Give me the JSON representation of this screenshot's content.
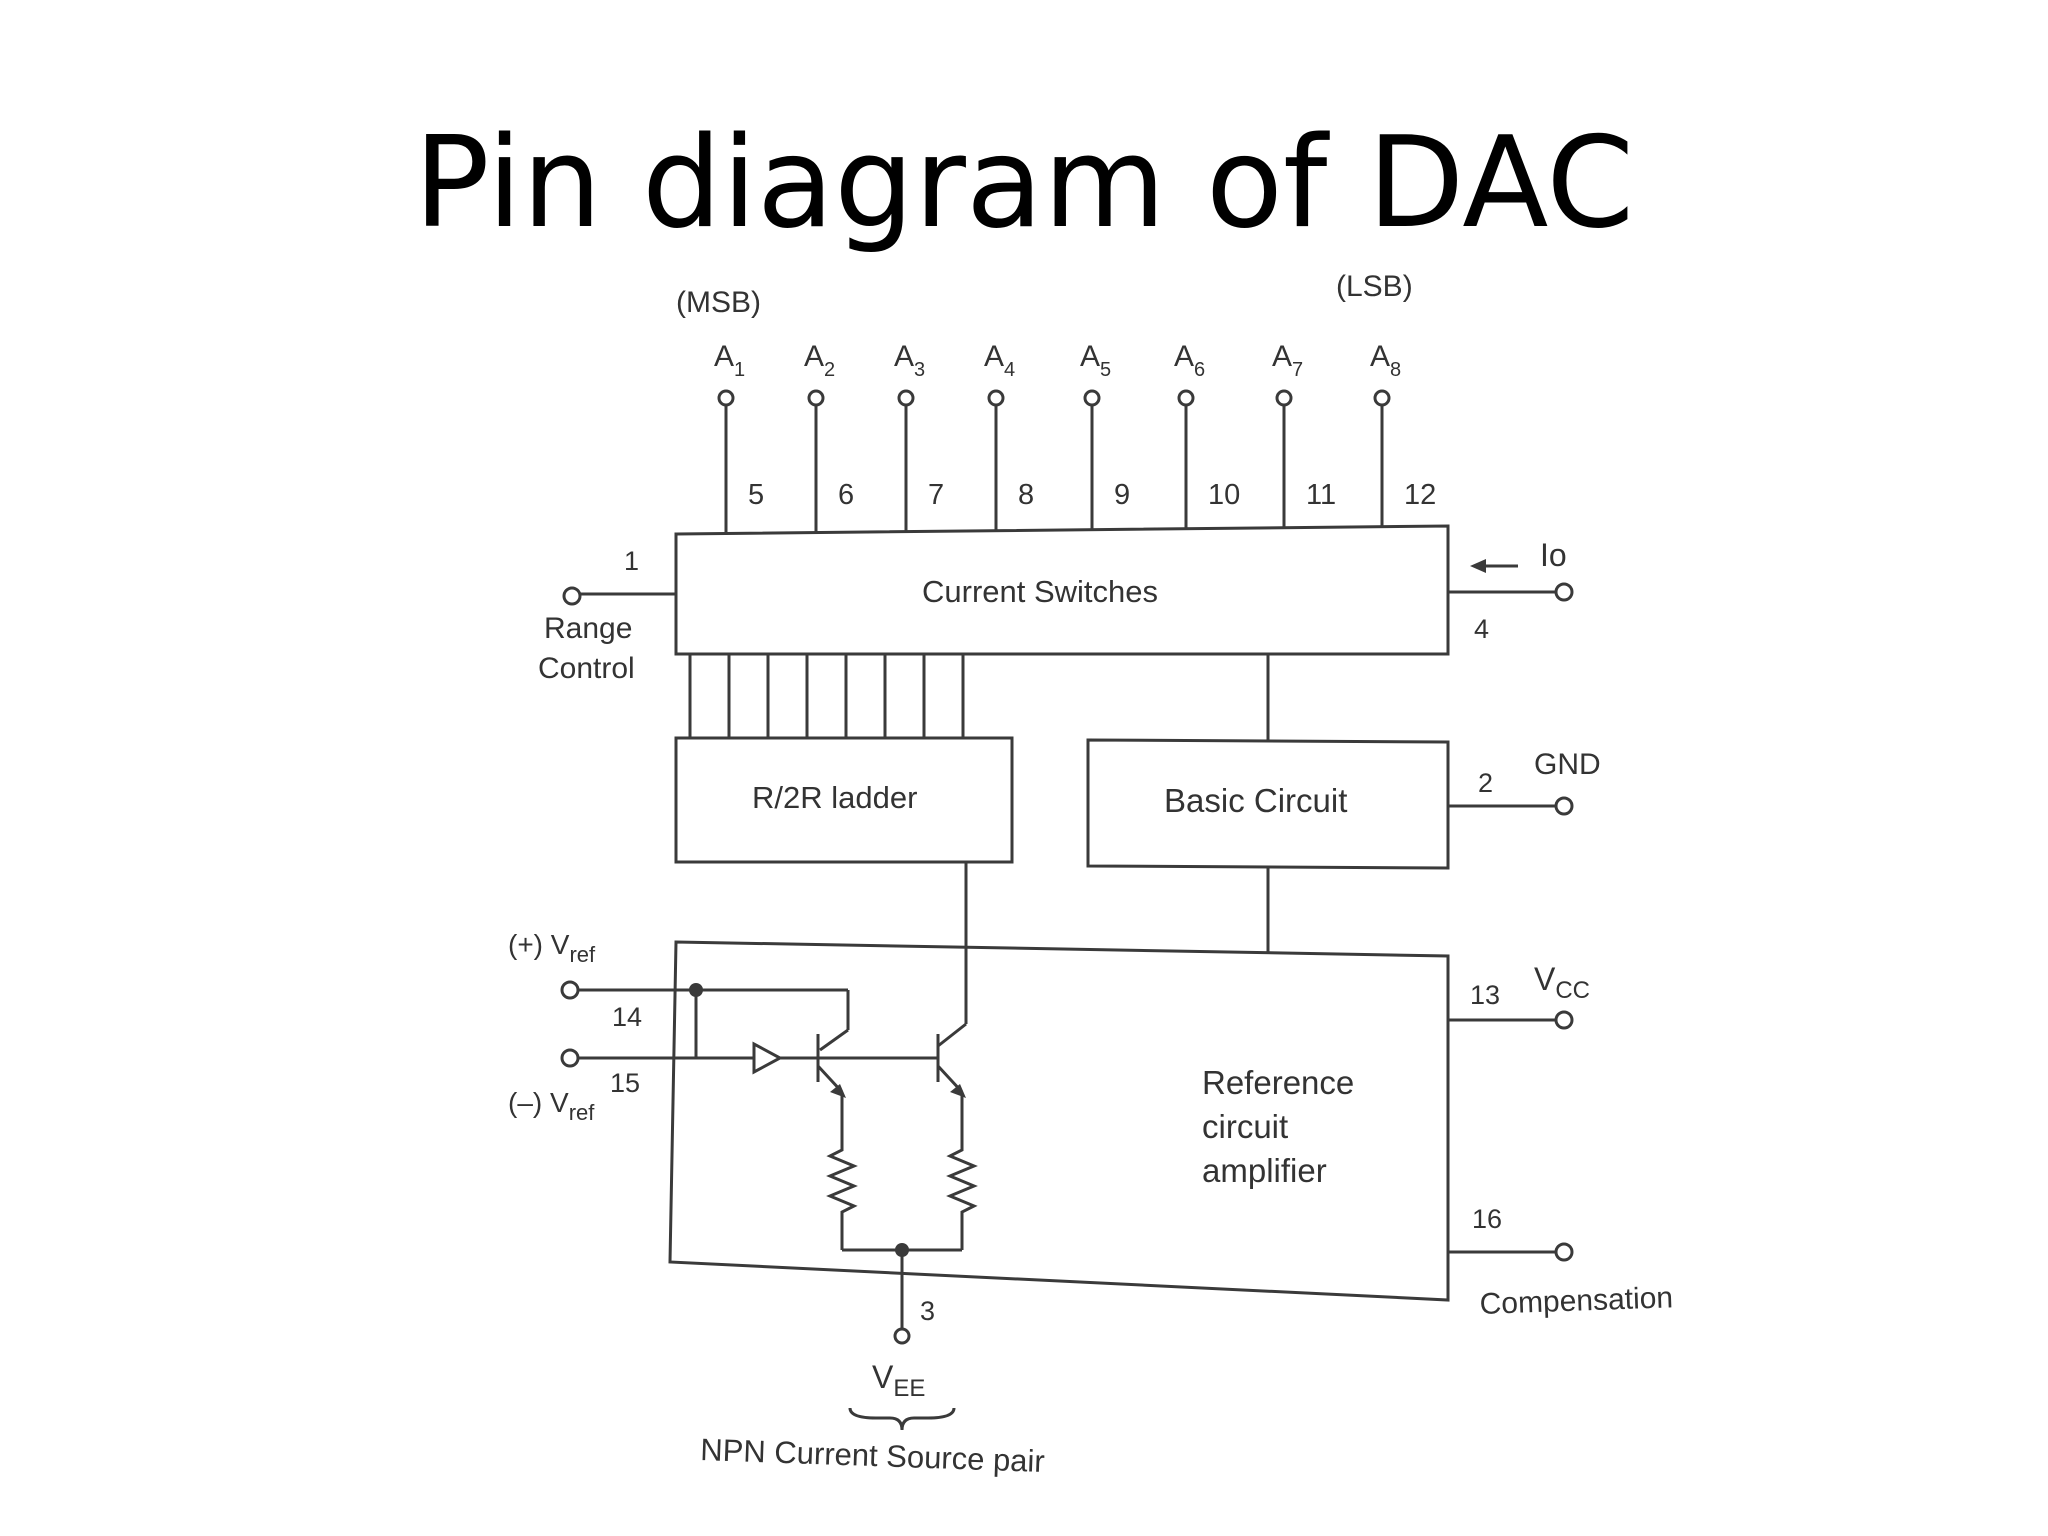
{
  "title": "Pin diagram of DAC",
  "diagram": {
    "msb_label": "(MSB)",
    "lsb_label": "(LSB)",
    "input_bits": [
      {
        "name": "A",
        "sub": "1",
        "pin": "5"
      },
      {
        "name": "A",
        "sub": "2",
        "pin": "6"
      },
      {
        "name": "A",
        "sub": "3",
        "pin": "7"
      },
      {
        "name": "A",
        "sub": "4",
        "pin": "8"
      },
      {
        "name": "A",
        "sub": "5",
        "pin": "9"
      },
      {
        "name": "A",
        "sub": "6",
        "pin": "10"
      },
      {
        "name": "A",
        "sub": "7",
        "pin": "11"
      },
      {
        "name": "A",
        "sub": "8",
        "pin": "12"
      }
    ],
    "blocks": {
      "current_switches": "Current Switches",
      "r2r_ladder": "R/2R ladder",
      "basic_circuit": "Basic Circuit",
      "reference_amp": [
        "Reference",
        "circuit",
        "amplifier"
      ]
    },
    "pins": {
      "range_control": {
        "number": "1",
        "label_lines": [
          "Range",
          "Control"
        ]
      },
      "io": {
        "number": "4",
        "label": "Io"
      },
      "gnd": {
        "number": "2",
        "label": "GND"
      },
      "vcc": {
        "number": "13",
        "label": "V",
        "sub": "CC"
      },
      "compensation": {
        "number": "16",
        "label": "Compensation"
      },
      "vref_pos": {
        "number": "14",
        "label": "(+) V",
        "sub": "ref"
      },
      "vref_neg": {
        "number": "15",
        "label": "(–) V",
        "sub": "ref"
      },
      "vee": {
        "number": "3",
        "label": "V",
        "sub": "EE"
      }
    },
    "caption": "NPN Current Source pair"
  }
}
